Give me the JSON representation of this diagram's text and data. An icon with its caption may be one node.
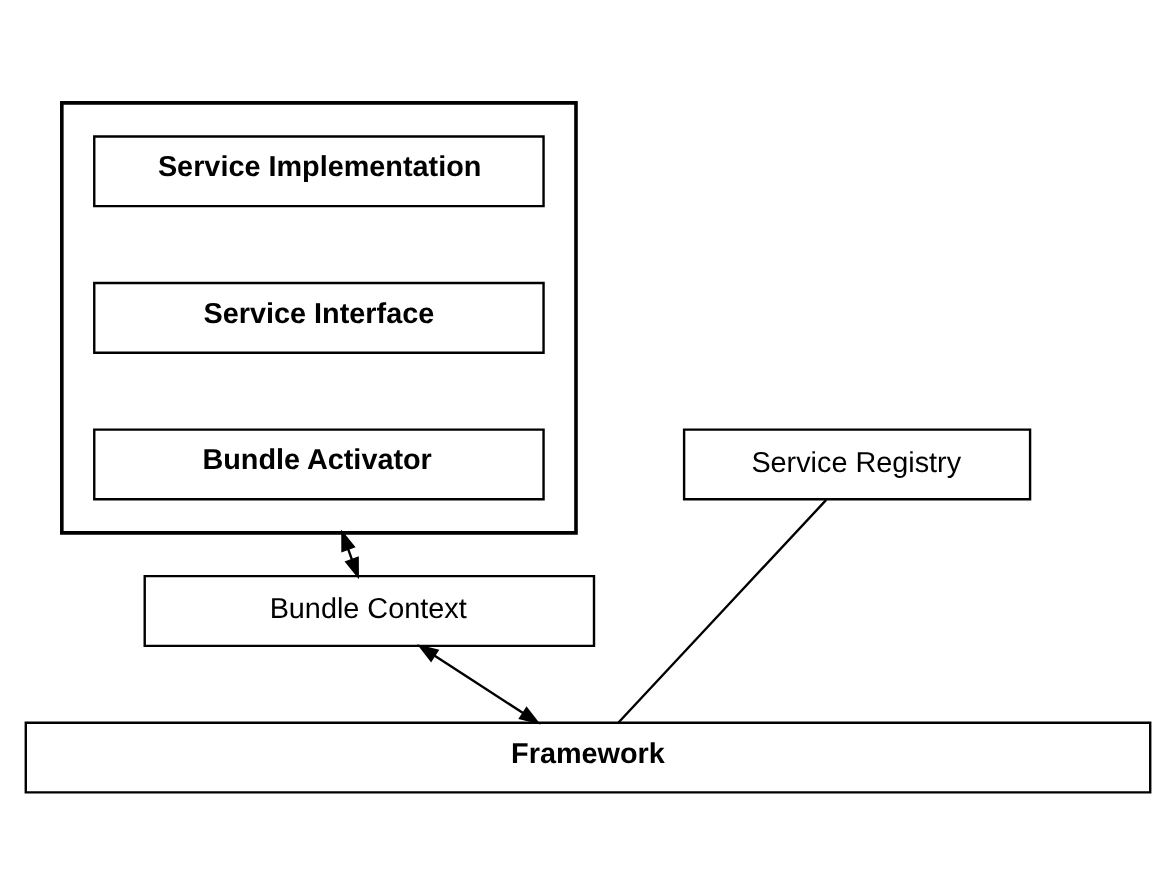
{
  "diagram": {
    "nodes": [
      {
        "text": [],
        "shape": "box"
      },
      {
        "text": [
          "Service Implementation"
        ],
        "in": 0
      },
      {
        "text": [
          "Service Interface"
        ],
        "in": 0
      },
      {
        "text": [
          "Bundle Activator"
        ],
        "in": 0
      },
      {
        "text": [
          "Service Registry"
        ]
      },
      {
        "text": [
          "Bundle Context"
        ]
      },
      {
        "text": [
          "Framework"
        ]
      }
    ],
    "edges": [
      {
        "from": 0,
        "to": 5,
        "arrow": "both"
      },
      {
        "from": 5,
        "to": 6,
        "arrow": "both"
      },
      {
        "from": 4,
        "to": 6,
        "arrow": "none"
      }
    ]
  }
}
